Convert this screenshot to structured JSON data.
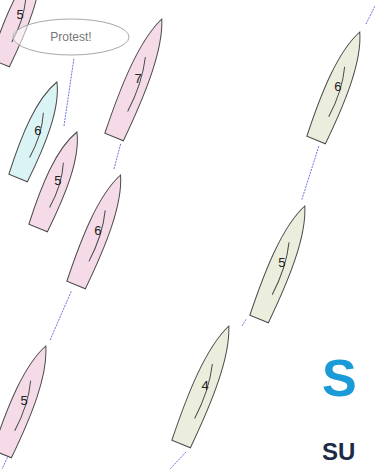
{
  "diagram": {
    "nodes": [
      {
        "text": [
          "5"
        ]
      },
      {
        "text": [
          "Protest!"
        ]
      },
      {
        "text": [
          "7"
        ]
      },
      {
        "text": [
          "6"
        ]
      },
      {
        "text": [
          "6"
        ]
      },
      {
        "text": [
          "5"
        ]
      },
      {
        "text": [
          "6"
        ]
      },
      {
        "text": [
          "5"
        ]
      },
      {
        "text": [
          "4"
        ]
      },
      {
        "text": [
          "5"
        ]
      }
    ],
    "edges": [
      {
        "from": 8,
        "to": 7,
        "arrow": "none"
      },
      {
        "from": 7,
        "to": 3,
        "arrow": "none"
      },
      {
        "from": 9,
        "to": 6,
        "arrow": "none"
      },
      {
        "from": 6,
        "to": 2,
        "arrow": "none"
      }
    ],
    "labels": [
      "S",
      "SU"
    ]
  }
}
